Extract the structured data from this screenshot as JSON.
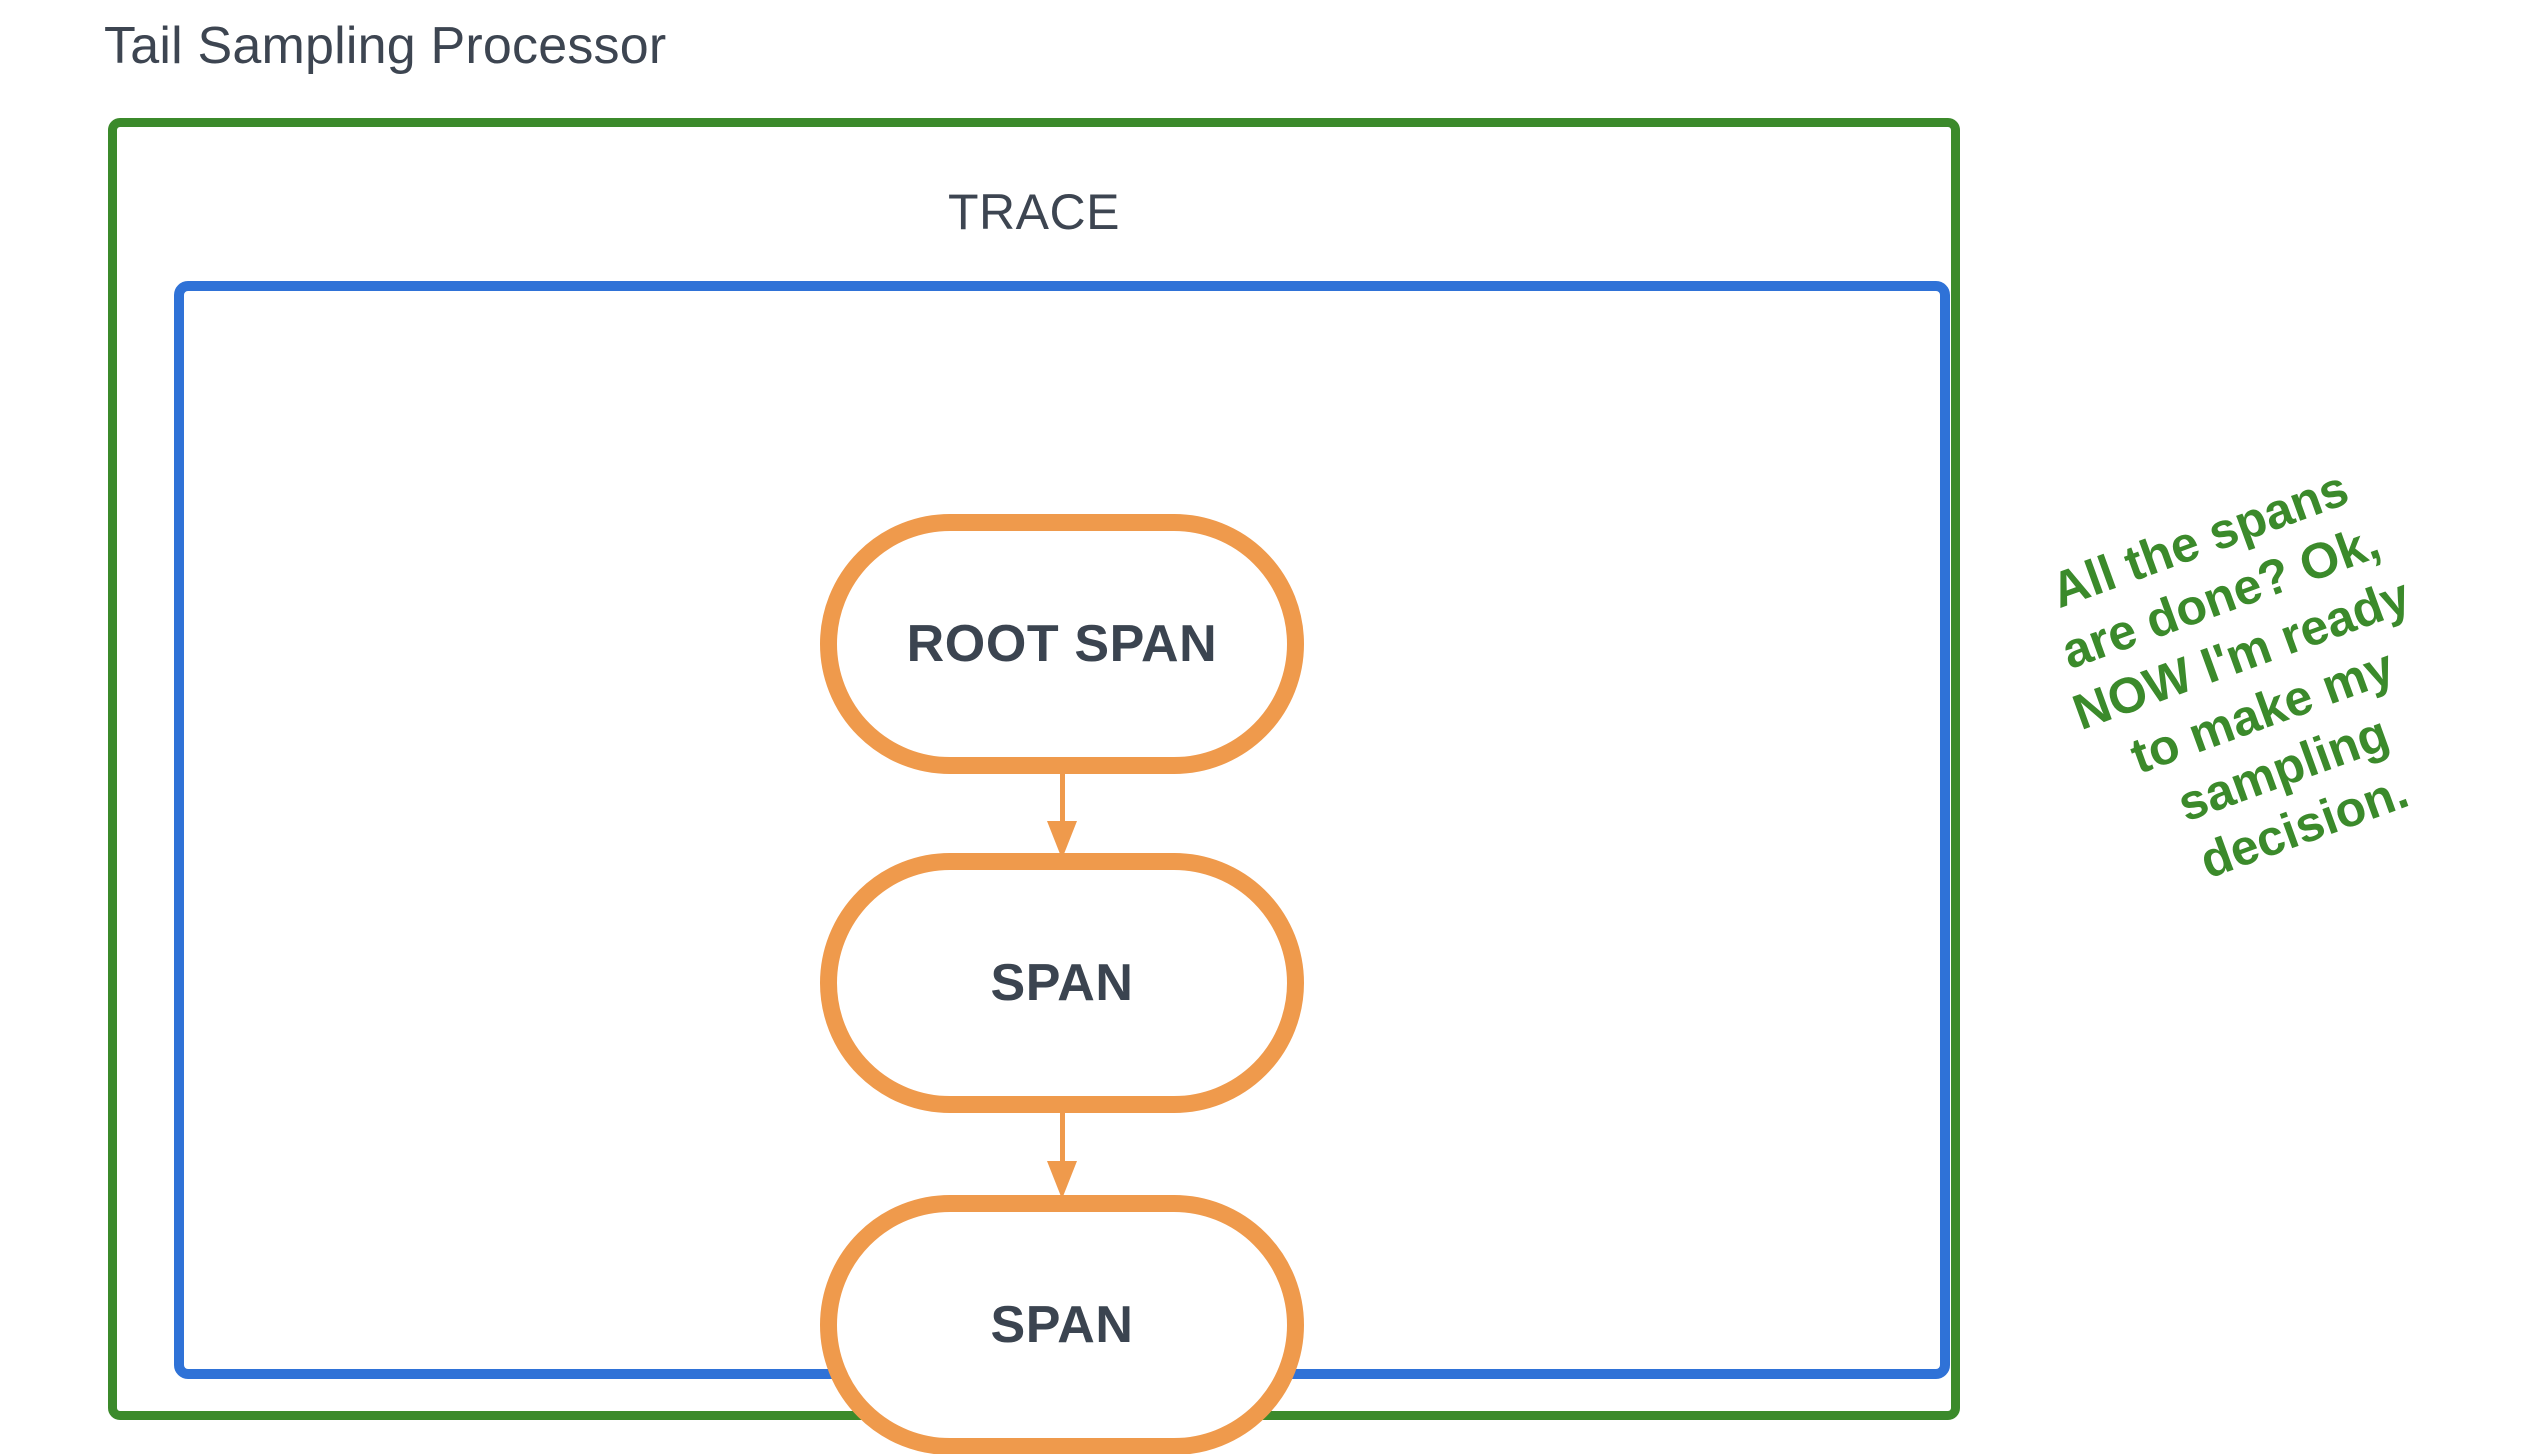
{
  "diagram": {
    "title": "Tail Sampling Processor",
    "colors": {
      "processor_border": "#3b8a2b",
      "trace_border": "#2f72d7",
      "span_border": "#ef9a4c",
      "span_text": "#3b4450",
      "title_text": "#3d4551",
      "annotation_text": "#3b8a2b",
      "background": "#ffffff"
    },
    "trace": {
      "label": "TRACE",
      "spans": [
        {
          "label": "ROOT SPAN",
          "role": "root"
        },
        {
          "label": "SPAN",
          "role": "child"
        },
        {
          "label": "SPAN",
          "role": "child"
        }
      ],
      "connectors": [
        {
          "from": "ROOT SPAN",
          "to": "SPAN",
          "direction": "down"
        },
        {
          "from": "SPAN",
          "to": "SPAN",
          "direction": "down"
        }
      ]
    },
    "annotation": {
      "full_text": "All the spans are done? Ok, NOW I'm ready to make my sampling decision.",
      "lines": [
        "All the spans",
        "are done? Ok,",
        "NOW I'm ready",
        "to make my",
        "sampling",
        "decision."
      ]
    }
  }
}
